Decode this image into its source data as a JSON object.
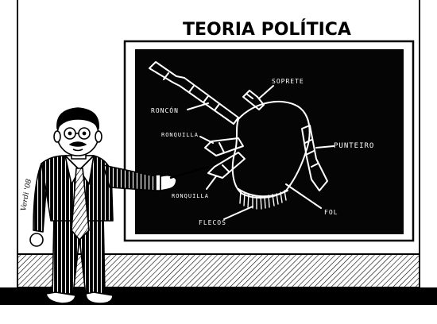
{
  "title": "TEORIA POLÍTICA",
  "signature": "Verdi '08",
  "board_labels": {
    "soprete": "SOPRETE",
    "roncon": "RONCÓN",
    "ronquilla_top": "RONQUILLA",
    "ronquilla_bottom": "RONQUILLA",
    "punteiro": "PUNTEIRO",
    "flecos": "FLECOS",
    "fol": "FOL"
  },
  "colors": {
    "ink": "#000000",
    "paper": "#ffffff",
    "board": "#050505",
    "chalk": "#ffffff"
  }
}
